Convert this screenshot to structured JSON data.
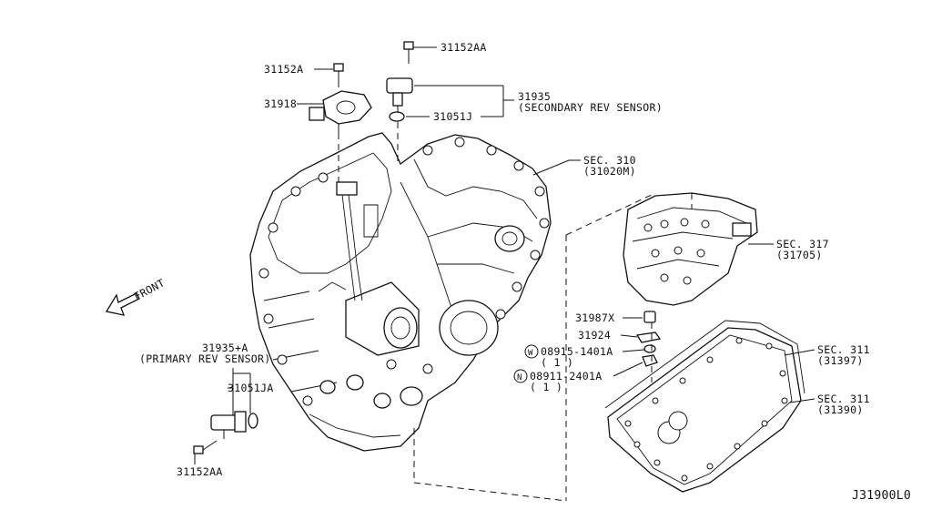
{
  "labels": {
    "p31152aa_top": "31152AA",
    "p31152a": "31152A",
    "p31918": "31918",
    "p31935": "31935",
    "p31935_note": "(SECONDARY REV SENSOR)",
    "p31051j": "31051J",
    "sec310": "SEC. 310",
    "sec310_sub": "(31020M)",
    "sec317": "SEC. 317",
    "sec317_sub": "(31705)",
    "front": "FRONT",
    "p31987x": "31987X",
    "p31924": "31924",
    "p08915": "08915-1401A",
    "p08915_qty": "( 1 )",
    "p08911": "08911-2401A",
    "p08911_qty": "( 1 )",
    "w_mark": "W",
    "n_mark": "N",
    "sec311_a": "SEC. 311",
    "sec311_a_sub": "(31397)",
    "sec311_b": "SEC. 311",
    "sec311_b_sub": "(31390)",
    "p31935a": "31935+A",
    "p31935a_note": "(PRIMARY REV SENSOR)",
    "p31051ja": "31051JA",
    "p31152aa_bottom": "31152AA",
    "diagram_code": "J31900L0"
  }
}
